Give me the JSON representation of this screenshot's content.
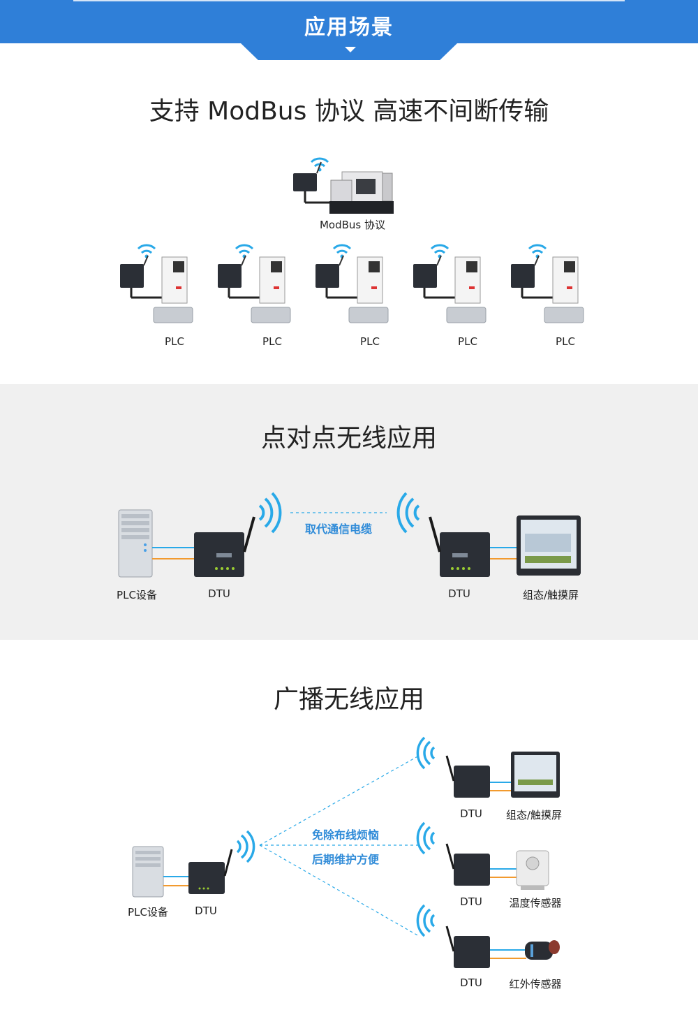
{
  "header": {
    "title": "应用场景"
  },
  "section1": {
    "title": "支持 ModBus 协议  高速不间断传输",
    "top_label": "ModBus 协议",
    "plc_labels": [
      "PLC",
      "PLC",
      "PLC",
      "PLC",
      "PLC"
    ]
  },
  "section2": {
    "title": "点对点无线应用",
    "center_label": "取代通信电缆",
    "labels": [
      "PLC设备",
      "DTU",
      "DTU",
      "组态/触摸屏"
    ]
  },
  "section3": {
    "title": "广播无线应用",
    "center_label_1": "免除布线烦恼",
    "center_label_2": "后期维护方便",
    "left_labels": [
      "PLC设备",
      "DTU"
    ],
    "branches": [
      {
        "dtu": "DTU",
        "device": "组态/触摸屏"
      },
      {
        "dtu": "DTU",
        "device": "温度传感器"
      },
      {
        "dtu": "DTU",
        "device": "红外传感器"
      }
    ]
  },
  "colors": {
    "accent": "#2f7fd8",
    "label_blue": "#2f8bd8",
    "band": "#f0f0f0"
  }
}
